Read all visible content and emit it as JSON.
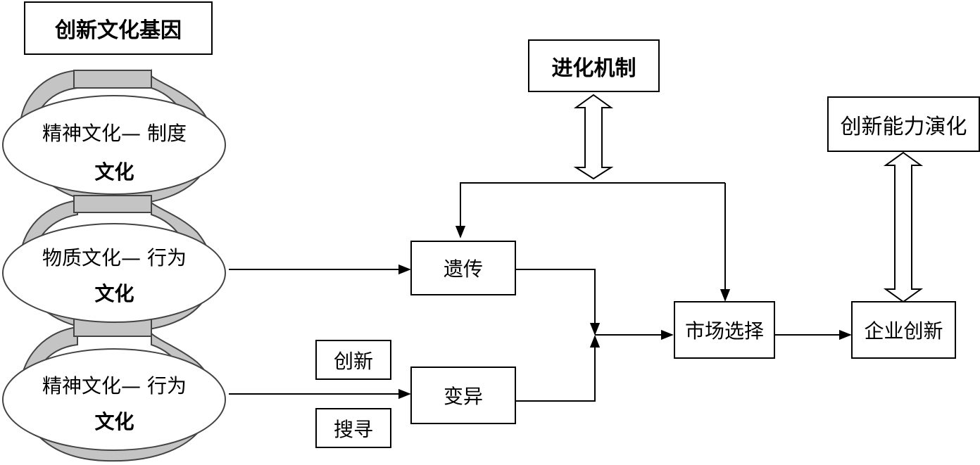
{
  "title": "创新文化基因",
  "helix": {
    "top": {
      "line1": "精神文化— 制度",
      "line2": "文化"
    },
    "middle": {
      "line1": "物质文化— 行为",
      "line2": "文化"
    },
    "bottom": {
      "line1": "精神文化— 行为",
      "line2": "文化"
    }
  },
  "nodes": {
    "evolution": "进化机制",
    "heredity": "遗传",
    "variation": "变异",
    "innovate": "创新",
    "search": "搜寻",
    "market": "市场选择",
    "enterprise": "企业创新",
    "capability": "创新能力演化"
  },
  "colors": {
    "ribbon_fill": "#c4c4c4",
    "ribbon_stroke": "#444444",
    "line": "#000000"
  }
}
